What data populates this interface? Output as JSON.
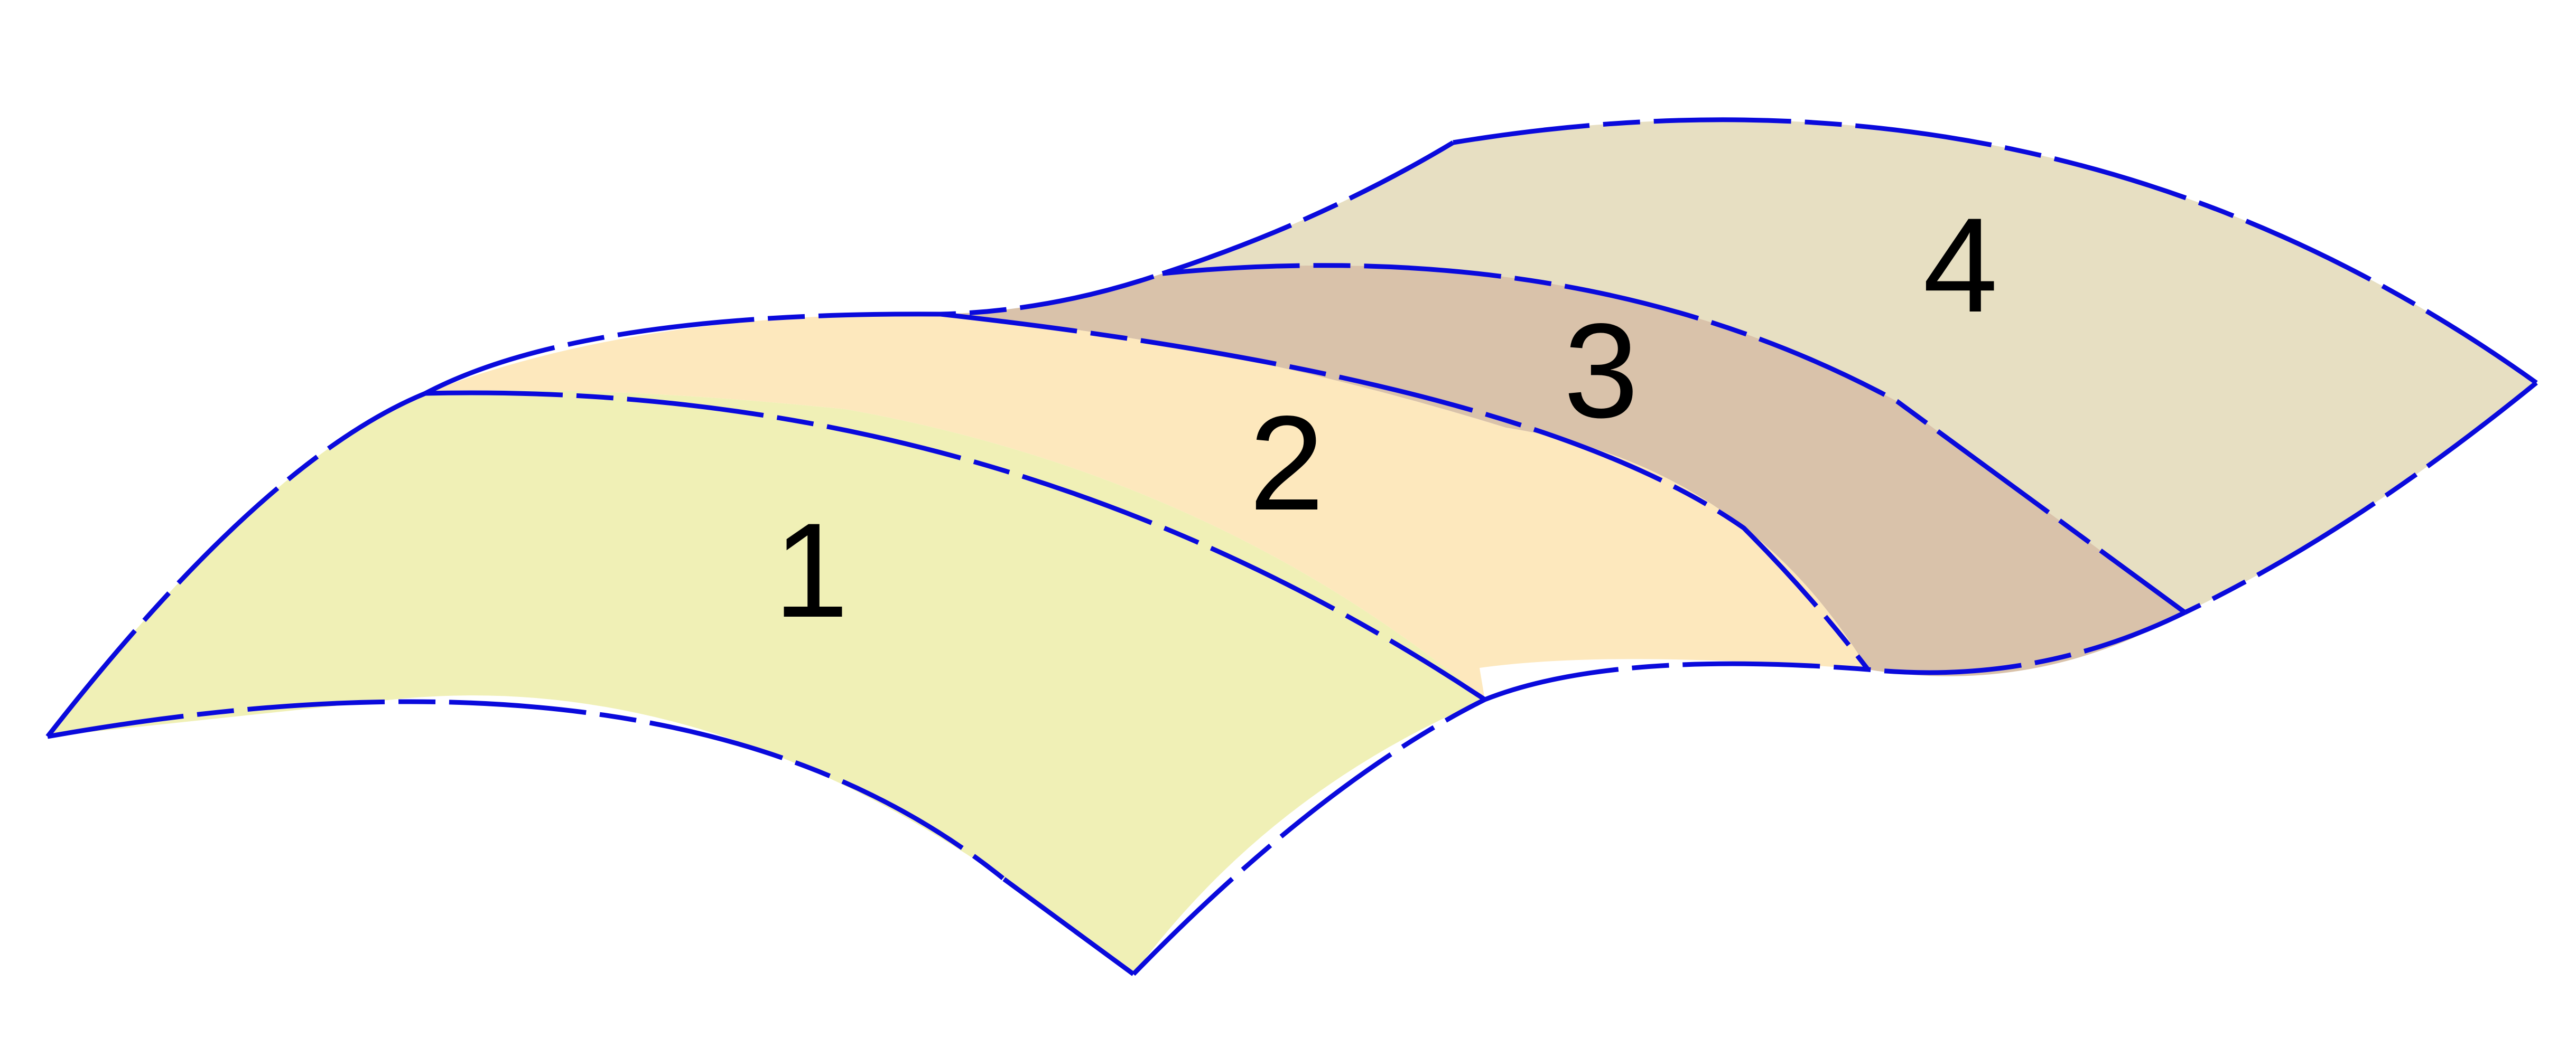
{
  "diagram": {
    "regions": [
      {
        "label": "1",
        "fill": "#f0f0b6"
      },
      {
        "label": "2",
        "fill": "#fde8bd"
      },
      {
        "label": "3",
        "fill": "#d9c2aa"
      },
      {
        "label": "4",
        "fill": "#e7dfc2"
      }
    ],
    "edge_color": "#0a0adc"
  }
}
